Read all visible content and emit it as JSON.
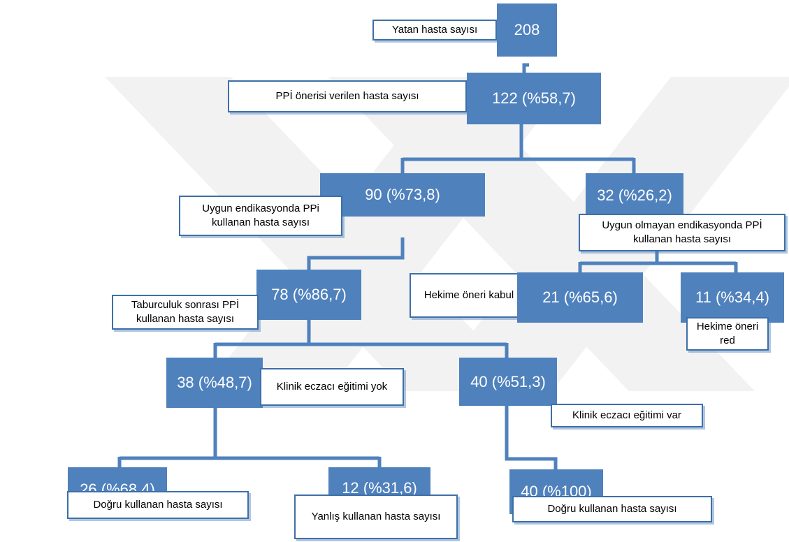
{
  "nodes": {
    "n208": {
      "value": "208",
      "label": "Yatan hasta sayısı"
    },
    "n122": {
      "value": "122 (%58,7)",
      "label": "PPİ önerisi verilen hasta sayısı"
    },
    "n90": {
      "value": "90 (%73,8)",
      "label": "Uygun endikasyonda PPi kullanan hasta sayısı"
    },
    "n32": {
      "value": "32 (%26,2)",
      "label": "Uygun olmayan endikasyonda PPİ kullanan hasta sayısı"
    },
    "n78": {
      "value": "78 (%86,7)",
      "label": "Taburculuk sonrası PPİ kullanan hasta sayısı"
    },
    "n21": {
      "value": "21 (%65,6)",
      "label": "Hekime öneri kabul"
    },
    "n11": {
      "value": "11 (%34,4)",
      "label": "Hekime öneri red"
    },
    "n38": {
      "value": "38 (%48,7)",
      "label": "Klinik eczacı eğitimi yok"
    },
    "n40": {
      "value": "40 (%51,3)",
      "label": "Klinik eczacı eğitimi var"
    },
    "n26": {
      "value": "26 (%68,4)",
      "label": "Doğru kullanan hasta sayısı"
    },
    "n12": {
      "value": "12 (%31,6)",
      "label": "Yanlış kullanan hasta sayısı"
    },
    "n40b": {
      "value": "40 (%100)",
      "label": "Doğru kullanan hasta sayısı"
    }
  },
  "colors": {
    "box_fill": "#4f81bd",
    "connector": "#4f81bd",
    "label_border": "#3d6fa8",
    "watermark": "#f2f2f2"
  }
}
